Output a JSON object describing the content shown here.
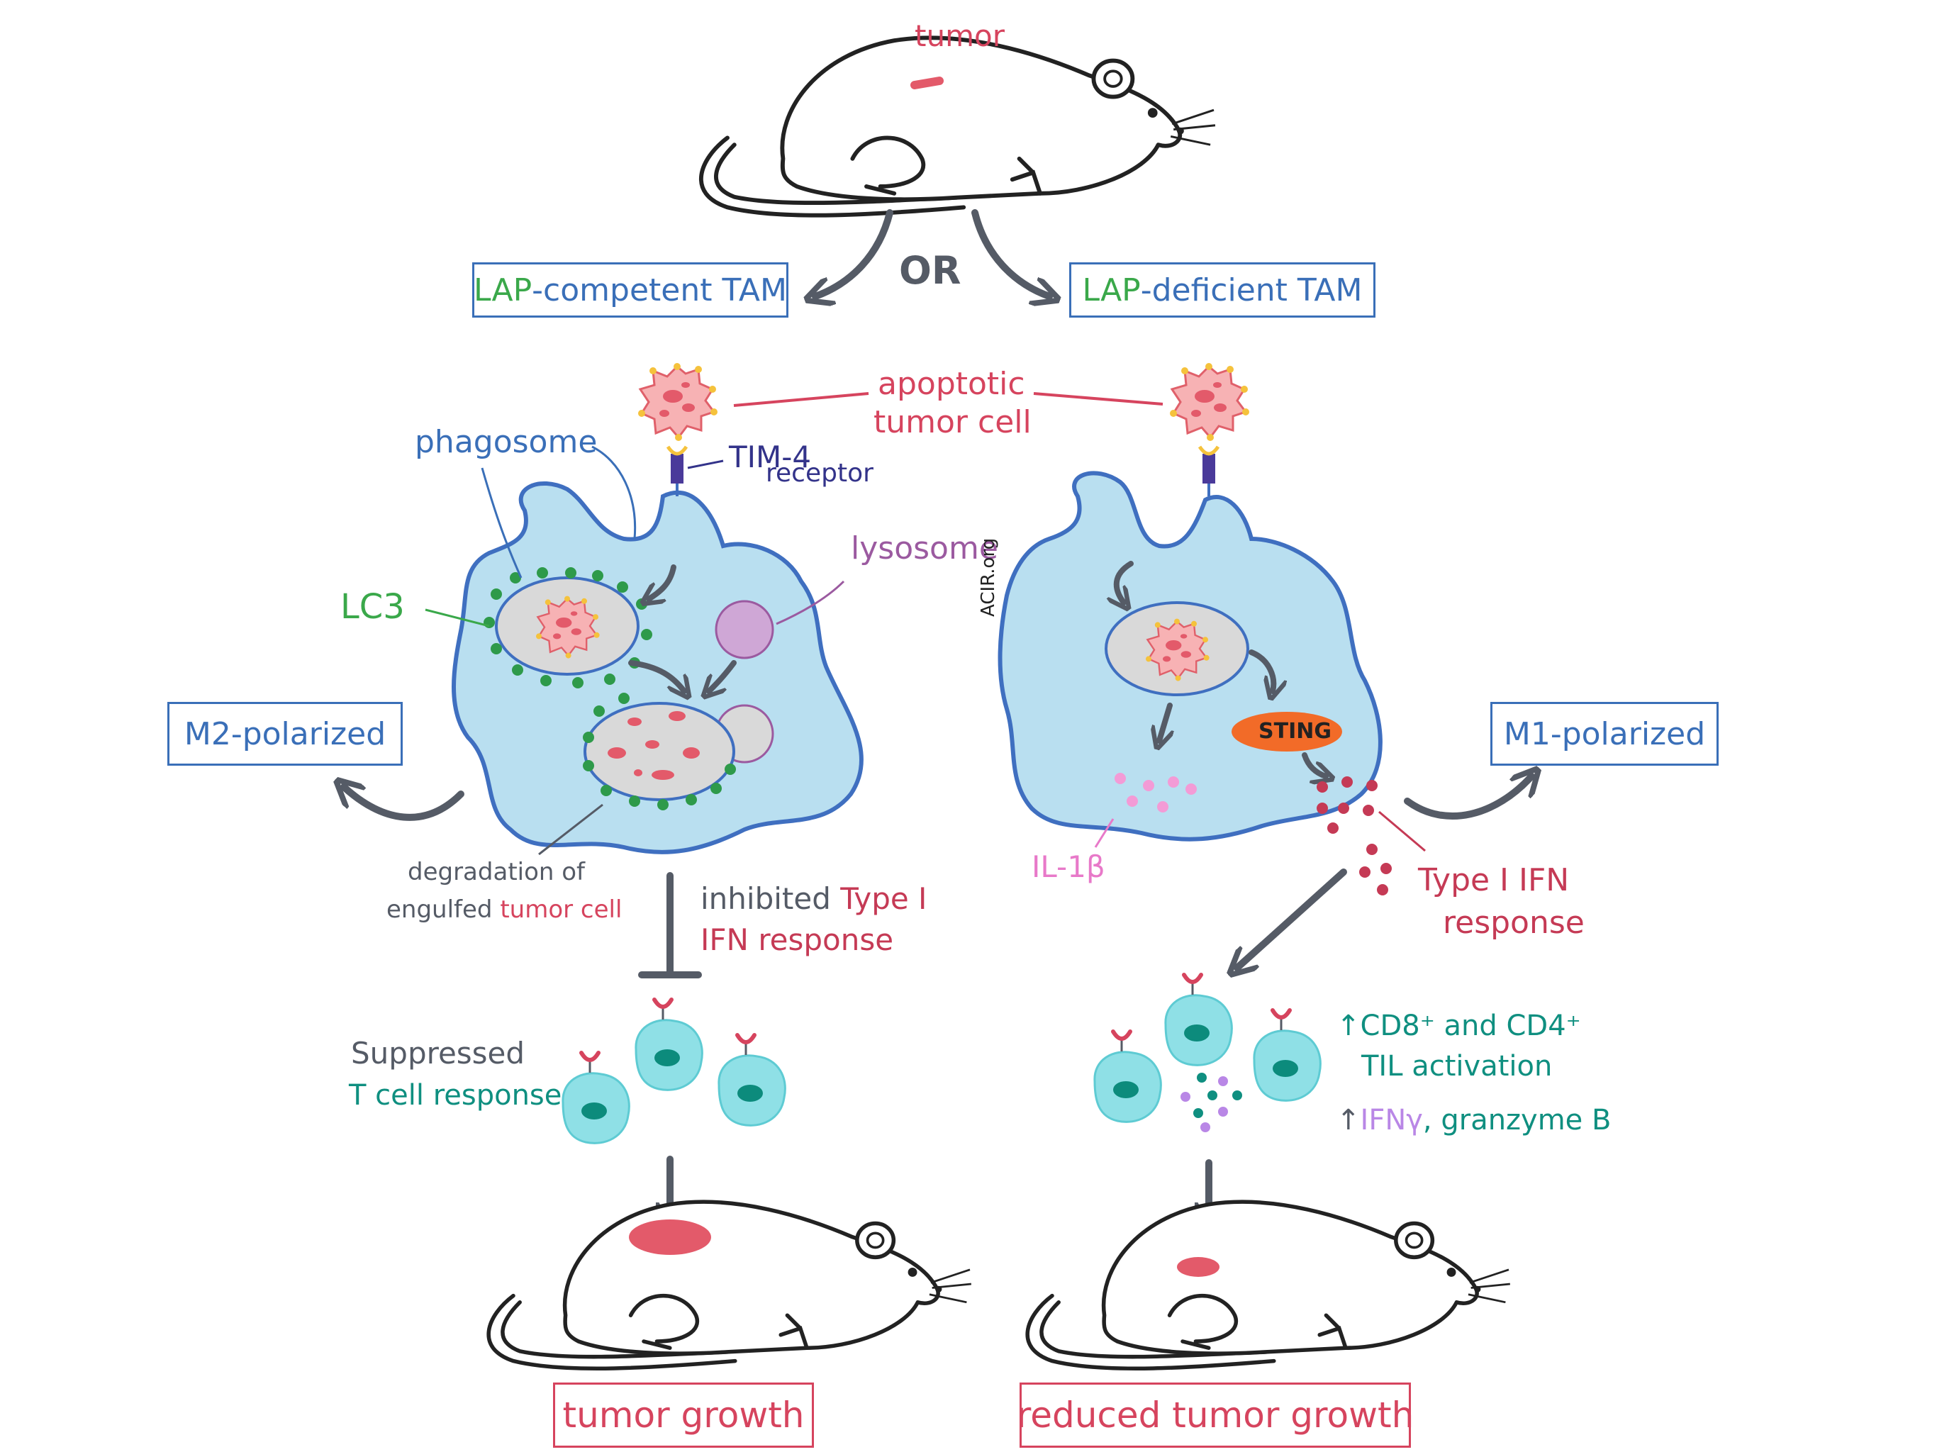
{
  "labels": {
    "tumor_top": "tumor",
    "or": "OR",
    "lap_competent_prefix": "LAP",
    "lap_competent_suffix": "-competent TAM",
    "lap_deficient_prefix": "LAP",
    "lap_deficient_suffix": "-deficient TAM",
    "apoptotic_line1": "apoptotic",
    "apoptotic_line2": "tumor cell",
    "tim4": "TIM-4",
    "receptor": "receptor",
    "phagosome": "phagosome",
    "lysosome": "lysosome",
    "lc3": "LC3",
    "m2": "M2-polarized",
    "m1": "M1-polarized",
    "degradation_line1": "degradation of",
    "degradation_line2_a": "engulfed ",
    "degradation_line2_b": "tumor cell",
    "inhibited_a": "inhibited ",
    "inhibited_b": "Type I",
    "inhibited_line2": "IFN response",
    "suppressed_line1": "Suppressed",
    "suppressed_line2": "T cell response",
    "sting": "STING",
    "il1b": "IL-1β",
    "typei_line1": "Type I IFN",
    "typei_line2": "response",
    "acir": "ACIR.org",
    "cd_line1": "↑CD8⁺ and CD4⁺",
    "cd_line2": "TIL activation",
    "ifn_arrow": "↑",
    "ifn_gamma": "IFNγ",
    "granzyme": ", granzyme B",
    "tumor_growth": "tumor growth",
    "reduced_tumor_growth": "reduced tumor growth"
  },
  "colors": {
    "tumor_red": "#d6445e",
    "green": "#3aa84a",
    "blue_text": "#3a6fb8",
    "navy": "#33338a",
    "purple": "#9b5aa0",
    "cell_fill": "#b9dff0",
    "cell_stroke": "#3f6fc0",
    "gray": "#555b66",
    "teal": "#0f8f80",
    "pink": "#e879c9",
    "sting": "#f26b28",
    "lavender": "#b987e6"
  }
}
